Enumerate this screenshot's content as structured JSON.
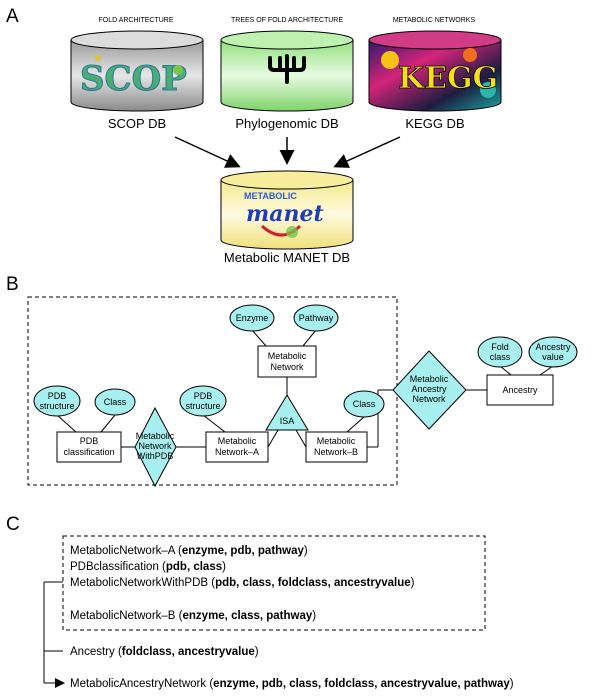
{
  "sections": {
    "a": "A",
    "b": "B",
    "c": "C"
  },
  "panel_a": {
    "databases": [
      {
        "caption": "FOLD ARCHITECTURE",
        "label": "SCOP DB",
        "logo": "SCOP"
      },
      {
        "caption": "TREES OF FOLD ARCHITECTURE",
        "label": "Phylogenomic DB",
        "logo": "tree-icon"
      },
      {
        "caption": "METABOLIC NETWORKS",
        "label": "KEGG DB",
        "logo": "KEGG"
      }
    ],
    "result": {
      "label": "Metabolic MANET DB",
      "logo_top": "METABOLIC",
      "logo_main": "manet"
    }
  },
  "panel_b": {
    "attributes": {
      "enzyme": "Enzyme",
      "pathway": "Pathway",
      "pdb_structure_1": [
        "PDB",
        "structure"
      ],
      "class_1": "Class",
      "pdb_structure_2": [
        "PDB",
        "structure"
      ],
      "class_2": "Class",
      "fold_class": [
        "Fold",
        "class"
      ],
      "ancestry_value": [
        "Ancestry",
        "value"
      ]
    },
    "entities": {
      "metabolic_network": [
        "Metabolic",
        "Network"
      ],
      "pdb_classification": [
        "PDB",
        "classification"
      ],
      "metabolic_network_a": [
        "Metabolic",
        "Network–A"
      ],
      "metabolic_network_b": [
        "Metabolic",
        "Network–B"
      ],
      "ancestry": "Ancestry"
    },
    "relationships": {
      "metabolic_network_with_pdb": [
        "Metabolic",
        "Network",
        "WithPDB"
      ],
      "metabolic_ancestry_network": [
        "Metabolic",
        "Ancestry",
        "Network"
      ]
    },
    "isa": "ISA"
  },
  "panel_c": {
    "relations": [
      {
        "name": "MetabolicNetwork–A",
        "attrs": "enzyme, pdb, pathway"
      },
      {
        "name": "PDBclassification",
        "attrs": "pdb, class"
      },
      {
        "name": "MetabolicNetworkWithPDB",
        "attrs": "pdb, class, foldclass, ancestryvalue"
      },
      {
        "name": "MetabolicNetwork–B",
        "attrs": "enzyme, class, pathway"
      },
      {
        "name": "Ancestry",
        "attrs": "foldclass, ancestryvalue"
      },
      {
        "name": "MetabolicAncestryNetwork",
        "attrs": "enzyme, pdb, class, foldclass, ancestryvalue, pathway"
      }
    ]
  }
}
